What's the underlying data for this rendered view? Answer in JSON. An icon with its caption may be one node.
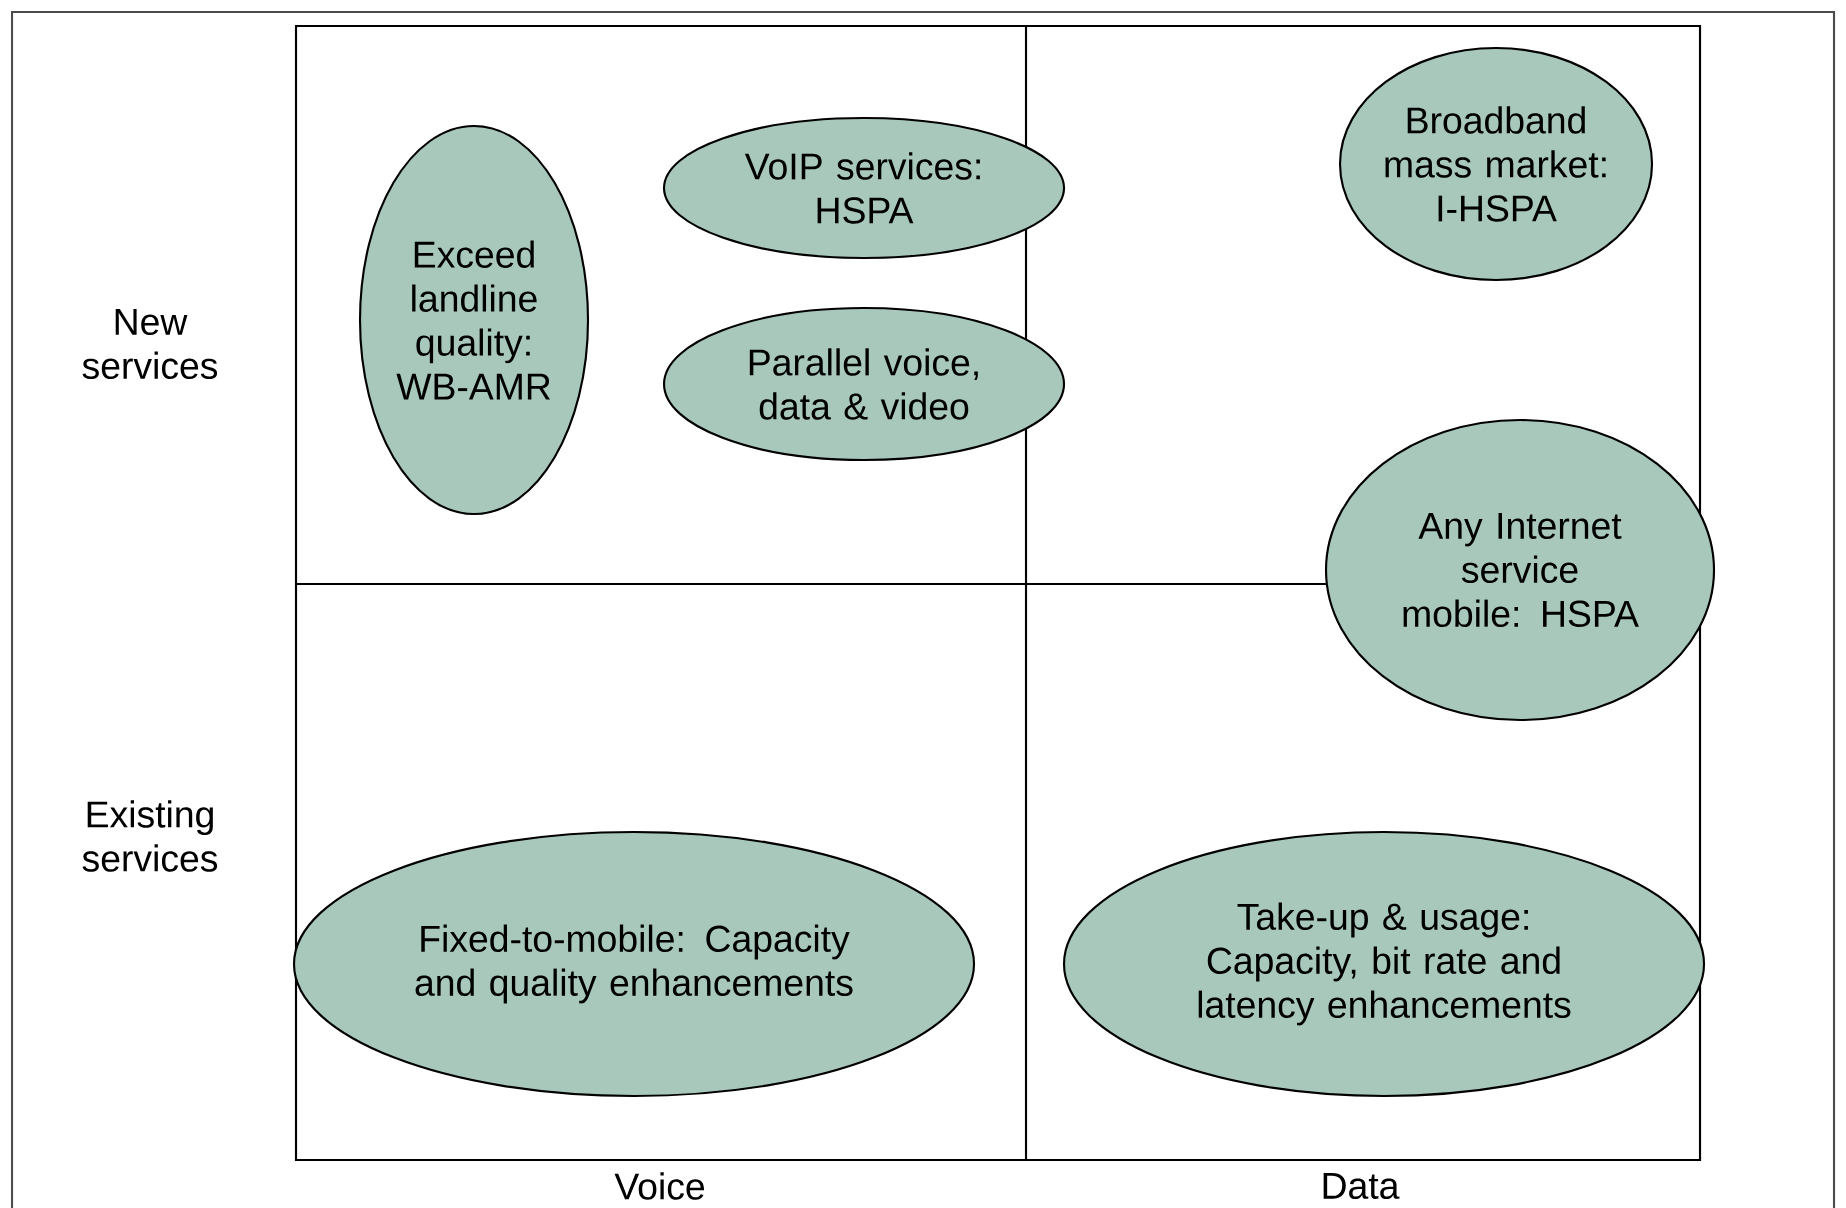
{
  "diagram": {
    "nodes": [
      {
        "text": [
          "Exceed landline quality: WB-AMR"
        ]
      },
      {
        "text": [
          "VoIP services: HSPA"
        ]
      },
      {
        "text": [
          "Parallel voice, data & video"
        ]
      },
      {
        "text": [
          "Broadband mass market: I-HSPA"
        ]
      },
      {
        "text": [
          "Any Internet service mobile: HSPA"
        ]
      },
      {
        "text": [
          "Fixed-to-mobile: Capacity and quality enhancements"
        ]
      },
      {
        "text": [
          "Take-up & usage: Capacity, bit rate and latency enhancements"
        ]
      }
    ],
    "labels": [
      "New services",
      "Existing services",
      "Voice",
      "Data"
    ]
  }
}
